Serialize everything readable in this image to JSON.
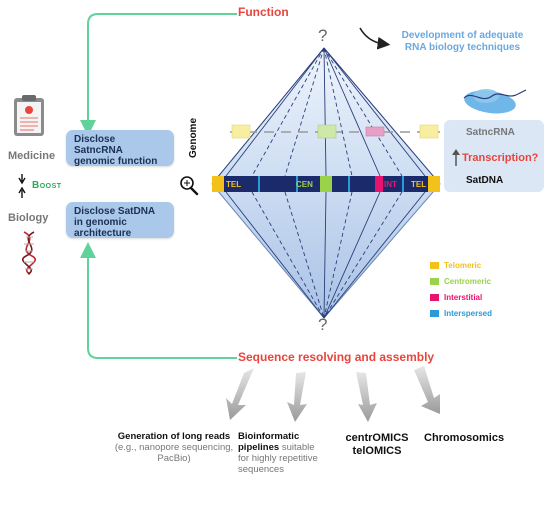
{
  "title_top": "Function",
  "title_bottom": "Sequence resolving and assembly",
  "question_mark": "?",
  "rna_note": "Development of adequate RNA biology techniques",
  "left": {
    "medicine": "Medicine",
    "boost": "Boost",
    "biology": "Biology",
    "box_top": "Disclose SatncRNA genomic function",
    "box_bottom": "Disclose SatDNA in genomic architecture"
  },
  "genome_label": "Genome",
  "chromosome": {
    "tel_left": "TEL",
    "cen": "CEN",
    "int": "INT",
    "tel_right": "TEL"
  },
  "right": {
    "satncrna": "SatncRNA",
    "transcription": "Transcription?",
    "satdna": "SatDNA"
  },
  "legend": [
    {
      "label": "Telomeric",
      "color": "#f2c21b"
    },
    {
      "label": "Centromeric",
      "color": "#9ad24a"
    },
    {
      "label": "Interstitial",
      "color": "#e8136f"
    },
    {
      "label": "Interspersed",
      "color": "#2a9bd8"
    }
  ],
  "outputs": [
    {
      "bold": "Generation of long reads",
      "rest": " (e.g., nanopore sequencing, PacBio)"
    },
    {
      "bold": "Bioinformatic pipelines",
      "rest": " suitable for highly repetitive sequences"
    },
    {
      "bold": "centrOMICS telOMICS",
      "rest": ""
    },
    {
      "bold": "Chromosomics",
      "rest": ""
    }
  ],
  "colors": {
    "accent_red": "#e8453c",
    "connector_green": "#5fd39a",
    "box_blue": "#a9c8ea",
    "light_blue_text": "#6aa8e0",
    "chrom_navy": "#1b2a6b"
  }
}
